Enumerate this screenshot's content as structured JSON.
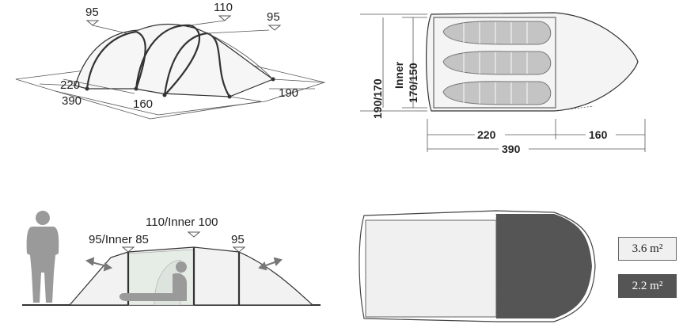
{
  "perspective_view": {
    "heights": {
      "front": "95",
      "middle": "110",
      "rear": "95"
    },
    "dims": {
      "vestibule": "220",
      "total_length": "390",
      "inner_length": "160",
      "width": "190"
    }
  },
  "top_view": {
    "width_label": "190/170",
    "inner_word": "Inner",
    "inner_width_label": "170/150",
    "dims": {
      "bedroom": "220",
      "vestibule": "160",
      "total": "390"
    }
  },
  "side_view": {
    "heights": {
      "front": "95/Inner 85",
      "middle": "110/Inner 100",
      "rear": "95"
    }
  },
  "floor_plan": {
    "legend": [
      {
        "label": "3.6 m²",
        "color": "#f0f0f0"
      },
      {
        "label": "2.2 m²",
        "color": "#555555"
      }
    ]
  }
}
